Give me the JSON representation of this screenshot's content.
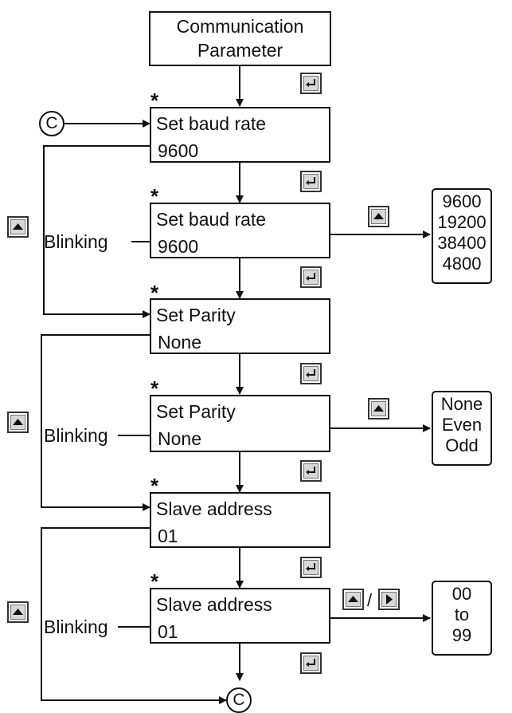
{
  "title": "Communication\nParameter",
  "connector_label": "C",
  "blinking_label": "Blinking",
  "asterisk": "*",
  "slash": "/",
  "steps": [
    {
      "title": "Set baud rate",
      "value": "9600"
    },
    {
      "title": "Set baud rate",
      "value": "9600"
    },
    {
      "title": "Set Parity",
      "value": "None"
    },
    {
      "title": "Set Parity",
      "value": "None"
    },
    {
      "title": "Slave address",
      "value": "01"
    },
    {
      "title": "Slave address",
      "value": "01"
    }
  ],
  "options": {
    "baud_rates": [
      "9600",
      "19200",
      "38400",
      "4800"
    ],
    "parity": [
      "None",
      "Even",
      "Odd"
    ],
    "address_range": [
      "00",
      "to",
      "99"
    ]
  },
  "keys": {
    "enter": "enter-key-icon",
    "up": "up-arrow-key-icon",
    "right": "right-arrow-key-icon"
  }
}
